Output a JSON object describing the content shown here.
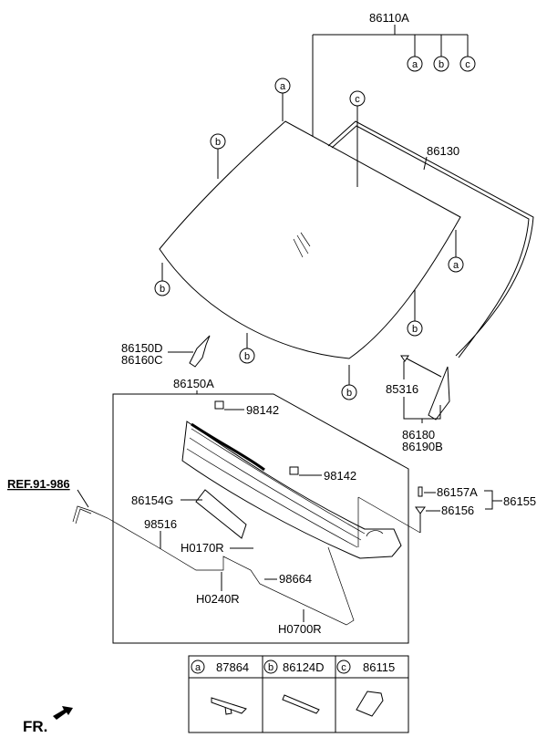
{
  "title": "Windshield glass parts diagram",
  "labels": {
    "p86110A": "86110A",
    "p86130": "86130",
    "p86150D": "86150D",
    "p86160C": "86160C",
    "p86150A": "86150A",
    "p98142_a": "98142",
    "p98142_b": "98142",
    "p86154G": "86154G",
    "p98516": "98516",
    "pH0170R": "H0170R",
    "p98664": "98664",
    "pH0240R": "H0240R",
    "pH0700R": "H0700R",
    "ref": "REF.91-986",
    "p85316": "85316",
    "p86180": "86180",
    "p86190B": "86190B",
    "p86157A": "86157A",
    "p86156": "86156",
    "p86155": "86155",
    "fr": "FR."
  },
  "callouts": {
    "a": "a",
    "b": "b",
    "c": "c"
  },
  "legend_table": [
    {
      "letter": "a",
      "part": "87864"
    },
    {
      "letter": "b",
      "part": "86124D"
    },
    {
      "letter": "c",
      "part": "86115"
    }
  ]
}
